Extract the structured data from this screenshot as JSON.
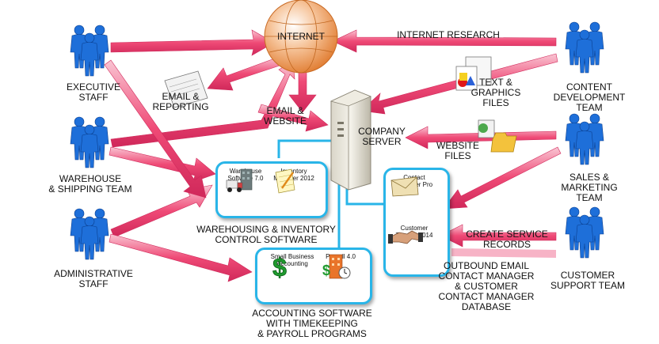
{
  "groups": [
    {
      "id": "executive",
      "label": [
        "EXECUTIVE",
        "STAFF"
      ]
    },
    {
      "id": "warehouse",
      "label": [
        "WAREHOUSE",
        "& SHIPPING TEAM"
      ]
    },
    {
      "id": "administrative",
      "label": [
        "ADMINISTRATIVE",
        "STAFF"
      ]
    },
    {
      "id": "content",
      "label": [
        "CONTENT",
        "DEVELOPMENT",
        "TEAM"
      ]
    },
    {
      "id": "sales",
      "label": [
        "SALES &",
        "MARKETING",
        "TEAM"
      ]
    },
    {
      "id": "support",
      "label": [
        "CUSTOMER",
        "SUPPORT TEAM"
      ]
    }
  ],
  "hubs": {
    "internet": "INTERNET",
    "server": [
      "COMPANY",
      "SERVER"
    ]
  },
  "flow_labels": {
    "internet_research": "INTERNET RESEARCH",
    "email_reporting": [
      "EMAIL &",
      "REPORTING"
    ],
    "email_website": [
      "EMAIL &",
      "WEBSITE"
    ],
    "text_graphics": [
      "TEXT &",
      "GRAPHICS",
      "FILES"
    ],
    "website_files": [
      "WEBSITE",
      "FILES"
    ],
    "create_service": [
      "CREATE SERVICE",
      "RECORDS"
    ]
  },
  "systems": {
    "warehousing": {
      "caption": [
        "WAREHOUSING & INVENTORY",
        "CONTROL SOFTWARE"
      ],
      "apps": [
        {
          "icon": "warehouse-truck-icon",
          "label": [
            "Warehouse",
            "Software 7.0"
          ]
        },
        {
          "icon": "inventory-notepad-icon",
          "label": [
            "Inventory",
            "Manager 2012"
          ]
        }
      ]
    },
    "accounting": {
      "caption": [
        "ACCOUNTING SOFTWARE",
        "WITH TIMEKEEPING",
        "& PAYROLL PROGRAMS"
      ],
      "apps": [
        {
          "icon": "dollar-sign-icon",
          "label": [
            "Small Business",
            "Accounting"
          ]
        },
        {
          "icon": "payroll-clock-icon",
          "label": [
            "Payroll 4.0"
          ]
        }
      ]
    },
    "contact": {
      "caption": [
        "OUTBOUND EMAIL",
        "CONTACT MANAGER",
        "& CUSTOMER",
        "CONTACT MANAGER",
        "DATABASE"
      ],
      "apps": [
        {
          "icon": "envelope-icon",
          "label": [
            "Contact",
            "Manager Pro"
          ]
        },
        {
          "icon": "handshake-icon",
          "label": [
            "Customer",
            "Tracker 2014"
          ]
        }
      ]
    }
  },
  "colors": {
    "arrow": "#ee3d6e",
    "arrow_light": "#f7b3c6",
    "person": "#1e6fd9",
    "connector": "#29b5e8"
  }
}
